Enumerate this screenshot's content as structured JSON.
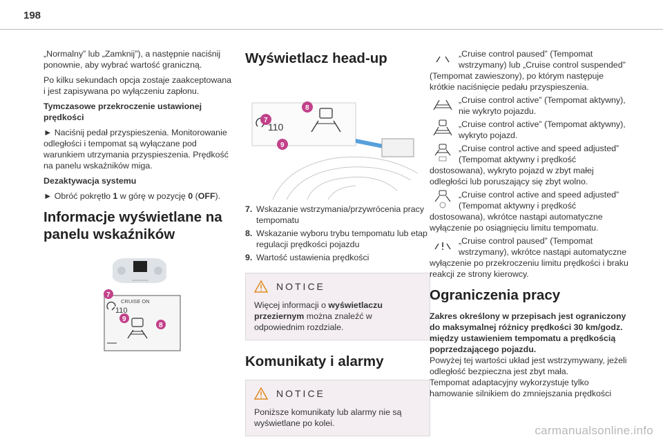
{
  "page_number": "198",
  "col1": {
    "p1": "„Normalny” lub „Zamknij”), a następnie naciśnij ponownie, aby wybrać wartość graniczną.",
    "p2": "Po kilku sekundach opcja zostaje zaakceptowana i jest zapisywana po wyłączeniu zapłonu.",
    "h1": "Tymczasowe przekroczenie ustawionej prędkości",
    "p3": "► Naciśnij pedał przyspieszenia. Monitorowanie odległości i tempomat są wyłączane pod warunkiem utrzymania przyspieszenia. Prędkość na panelu wskaźników miga.",
    "h2": "Dezaktywacja systemu",
    "p4_pre": "► Obróć pokrętło ",
    "p4_b1": "1",
    "p4_mid": " w górę w pozycję ",
    "p4_b2": "0",
    "p4_mid2": " (",
    "p4_b3": "OFF",
    "p4_post": ").",
    "section_title": "Informacje wyświetlane na panelu wskaźników",
    "fig": {
      "cruise_on": "CRUISE ON",
      "speed": "110",
      "badge7": "7",
      "badge8": "8",
      "badge9": "9"
    }
  },
  "col2": {
    "section_title": "Wyświetlacz head-up",
    "fig": {
      "speed": "110",
      "badge7": "7",
      "badge8": "8",
      "badge9": "9"
    },
    "list": [
      {
        "n": "7.",
        "text": "Wskazanie wstrzymania/przywrócenia pracy tempomatu"
      },
      {
        "n": "8.",
        "text": "Wskazanie wyboru trybu tempomatu lub etap regulacji prędkości pojazdu"
      },
      {
        "n": "9.",
        "text": "Wartość ustawienia prędkości"
      }
    ],
    "notice1_title": "NOTICE",
    "notice1_pre": "Więcej informacji o ",
    "notice1_bold": "wyświetlaczu przeziernym",
    "notice1_post": " można znaleźć w odpowiednim rozdziale.",
    "section2_title": "Komunikaty i alarmy",
    "notice2_title": "NOTICE",
    "notice2_text": "Poniższe komunikaty lub alarmy nie są wyświetlane po kolei."
  },
  "col3": {
    "entries": [
      "„Cruise control paused” (Tempomat wstrzymany) lub „Cruise control suspended” (Tempomat zawieszony), po którym następuje krótkie naciśnięcie pedału przyspieszenia.",
      "„Cruise control active” (Tempomat aktywny), nie wykryto pojazdu.",
      "„Cruise control active” (Tempomat aktywny), wykryto pojazd.",
      "„Cruise control active and speed adjusted” (Tempomat aktywny i prędkość dostosowana), wykryto pojazd w zbyt małej odległości lub poruszający się zbyt wolno.",
      "„Cruise control active and speed adjusted” (Tempomat aktywny i prędkość dostosowana), wkrótce nastąpi automatyczne wyłączenie po osiągnięciu limitu tempomatu.",
      "„Cruise control paused” (Tempomat wstrzymany), wkrótce nastąpi automatyczne wyłączenie po przekroczeniu limitu prędkości i braku reakcji ze strony kierowcy."
    ],
    "section_title": "Ograniczenia pracy",
    "h1": "Zakres określony w przepisach jest ograniczony do maksymalnej różnicy prędkości 30 km/godz. między ustawieniem tempomatu a prędkością poprzedzającego pojazdu.",
    "p1": "Powyżej tej wartości układ jest wstrzymywany, jeżeli odległość bezpieczna jest zbyt mała.",
    "p2": "Tempomat adaptacyjny wykorzystuje tylko hamowanie silnikiem do zmniejszania prędkości"
  },
  "watermark": "carmanualsonline.info",
  "colors": {
    "accent": "#c2418a",
    "notice_bg": "#f4eef2",
    "hud_blue": "#3a8fd6"
  }
}
